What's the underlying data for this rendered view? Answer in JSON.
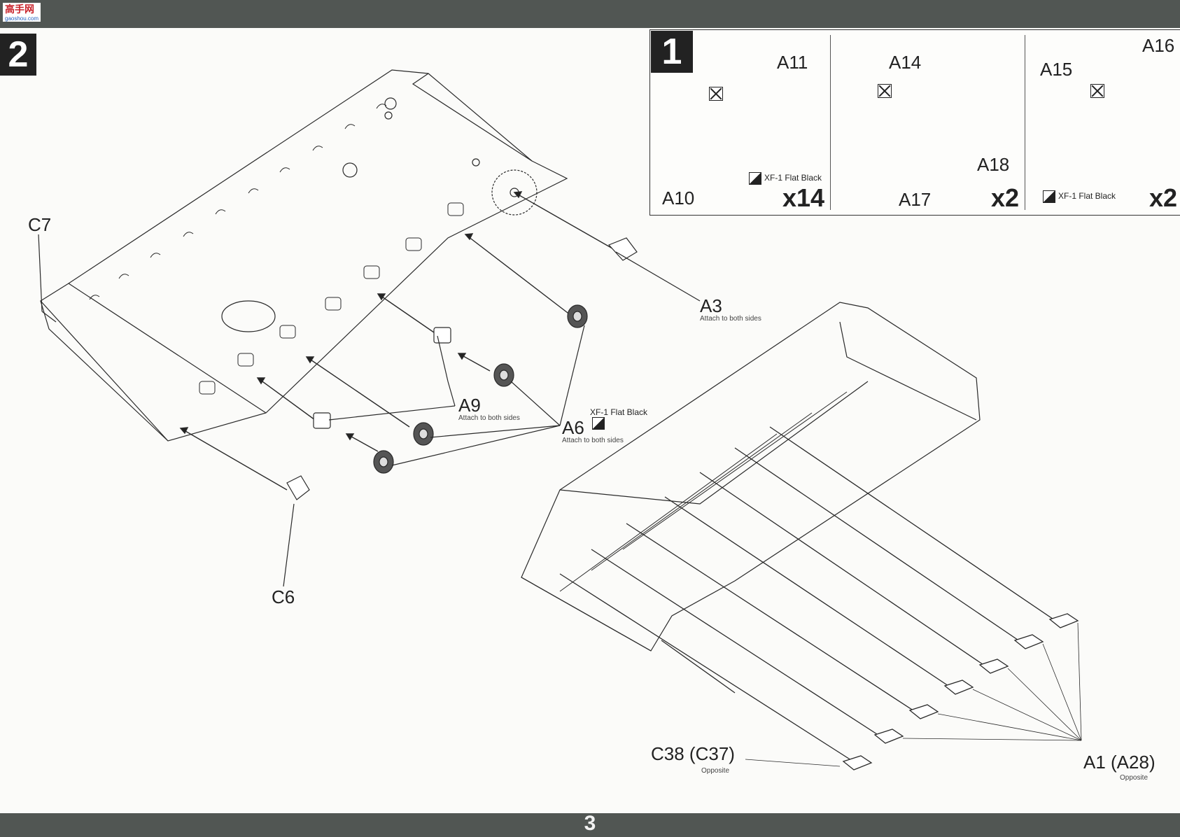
{
  "header": {
    "logo_cn": "高手网",
    "logo_url": "gaoshou.com"
  },
  "step2": {
    "number": "2",
    "parts": {
      "c7": "C7",
      "c6": "C6",
      "a3": "A3",
      "a3_note": "Attach to both sides",
      "a9": "A9",
      "a9_note": "Attach to both sides",
      "a6": "A6",
      "a6_paint": "XF-1 Flat Black",
      "a6_note": "Attach to both sides",
      "c38": "C38 (C37)",
      "c38_note": "Opposite",
      "a1": "A1 (A28)",
      "a1_note": "Opposite"
    }
  },
  "step1": {
    "number": "1",
    "section_a": {
      "a11": "A11",
      "a10": "A10",
      "paint": "XF-1 Flat Black",
      "qty": "x14"
    },
    "section_b": {
      "a14": "A14",
      "a18": "A18",
      "a17": "A17",
      "qty": "x2"
    },
    "section_c": {
      "a15": "A15",
      "a16": "A16",
      "paint": "XF-1 Flat Black",
      "qty": "x2"
    }
  },
  "footer": {
    "page_number": "3"
  },
  "colors": {
    "bars": "#515653",
    "ink": "#1c1c1c",
    "paper": "#fbfbf9"
  }
}
